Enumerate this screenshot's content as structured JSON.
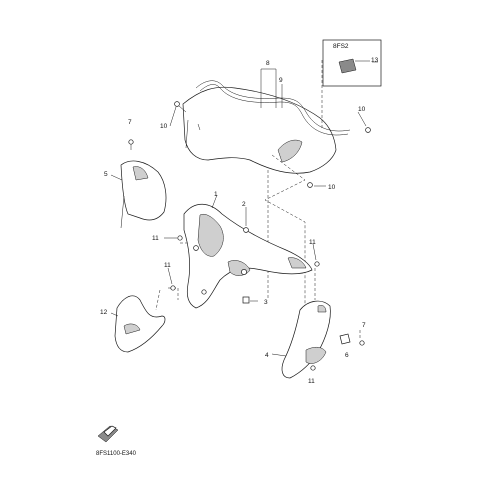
{
  "callouts": [
    {
      "id": "c1",
      "label": "1"
    },
    {
      "id": "c2",
      "label": "2"
    },
    {
      "id": "c3",
      "label": "3"
    },
    {
      "id": "c4",
      "label": "4"
    },
    {
      "id": "c5",
      "label": "5"
    },
    {
      "id": "c6",
      "label": "6"
    },
    {
      "id": "c7a",
      "label": "7"
    },
    {
      "id": "c7b",
      "label": "7"
    },
    {
      "id": "c8",
      "label": "8"
    },
    {
      "id": "c9",
      "label": "9"
    },
    {
      "id": "c10a",
      "label": "10"
    },
    {
      "id": "c10b",
      "label": "10"
    },
    {
      "id": "c10c",
      "label": "10"
    },
    {
      "id": "c11a",
      "label": "11"
    },
    {
      "id": "c11b",
      "label": "11"
    },
    {
      "id": "c11c",
      "label": "11"
    },
    {
      "id": "c11d",
      "label": "11"
    },
    {
      "id": "c12",
      "label": "12"
    },
    {
      "id": "c13",
      "label": "13"
    }
  ],
  "inset": {
    "label": "8FS2"
  },
  "diagram_code": "8FS1100-E340"
}
